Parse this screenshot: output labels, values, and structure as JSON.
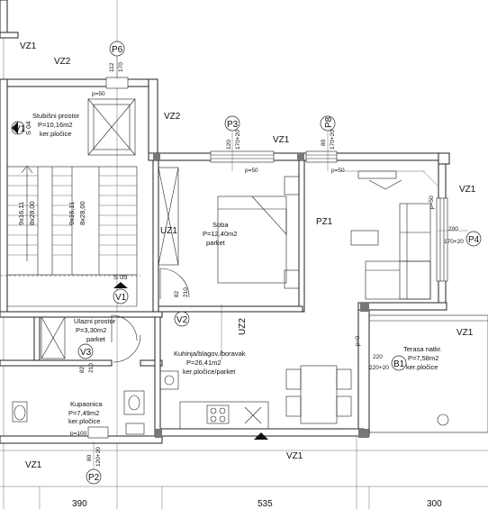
{
  "rooms": {
    "stubisni": {
      "name": "Stubišni prostor",
      "area": "P=10,16m2",
      "floor": "ker.pločice"
    },
    "soba": {
      "name": "Soba",
      "area": "P=12,40m2",
      "floor": "parket"
    },
    "ulazni": {
      "name": "Ulazni prostor",
      "area": "P=3,30m2",
      "floor": "parket"
    },
    "kuhinja": {
      "name": "Kuhinja/blagov./boravak",
      "area": "P=26,41m2",
      "floor": "ker.pločice/parket"
    },
    "kupaonica": {
      "name": "Kupaonica",
      "area": "P=7,49m2",
      "floor": "ker.pločice"
    },
    "terasa": {
      "name": "Terasa natkr.",
      "area": "P=7,58m2",
      "floor": "ker.pločice"
    }
  },
  "wall_tags": {
    "vz1_a": "VZ1",
    "vz2_a": "VZ2",
    "vz2_b": "VZ2",
    "vz1_b": "VZ1",
    "vz1_c": "VZ1",
    "uz1": "UZ1",
    "pz1": "PZ1",
    "uz2": "UZ2",
    "vz1_d": "VZ1",
    "vz1_e": "VZ1",
    "vz1_f": "VZ1"
  },
  "openings": {
    "p6": "P6",
    "p3": "P3",
    "p8": "P8",
    "p4": "P4",
    "p2": "P2",
    "v1_stair": "V1",
    "v1": "V1",
    "v2": "V2",
    "v3": "V3",
    "b1": "B1"
  },
  "sections": {
    "s04": "S 04",
    "s05": "S 05"
  },
  "stairs": {
    "flight_left": "9x16,11",
    "tread_left": "8x28,00",
    "flight_right": "9x16,11",
    "tread_right": "8x28,00"
  },
  "levels": {
    "p50_stair": "p=50",
    "p50_p3": "p=50",
    "p50_p8": "p=50",
    "p50_p4": "p=50",
    "p0": "p=0",
    "p100": "p=100"
  },
  "dims": {
    "p6_a": "112",
    "p6_b": "170",
    "p3_a": "120",
    "p3_b": "170+20",
    "p8_a": "80",
    "p8_b": "170+20",
    "p4_a": "200",
    "p4_b": "170+20",
    "v2_a": "82",
    "v2_b": "210",
    "v3_a": "82",
    "v3_b": "210",
    "b1_a": "220",
    "b1_b": "220+20",
    "p2_a": "80",
    "p2_b": "120+20"
  },
  "overall_dims": {
    "left": "390",
    "middle": "535",
    "right": "300"
  }
}
